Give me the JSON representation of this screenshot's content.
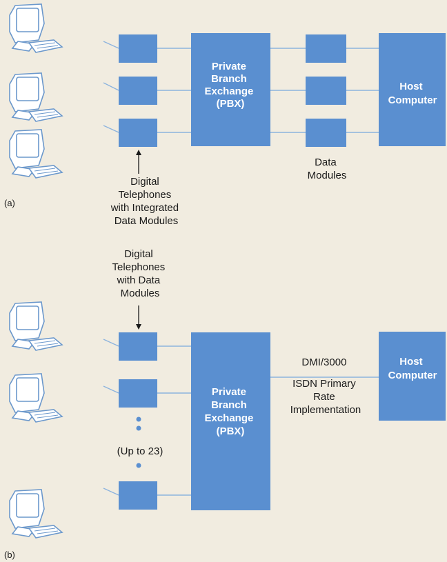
{
  "colors": {
    "background": "#f1ece0",
    "block": "#5a8fd0",
    "line": "#8cb3de",
    "terminal_stroke": "#6b98cc",
    "terminal_fill": "#ffffff",
    "text": "#1a1a1a",
    "block_text": "#ffffff"
  },
  "icons": {
    "terminal": "desktop-computer-terminal-icon",
    "ellipsis": "dot-icon",
    "arrow": "arrow-down-icon"
  },
  "panel_a": {
    "label": "(a)",
    "pbx": [
      "Private",
      "Branch",
      "Exchange",
      "(PBX)"
    ],
    "host": [
      "Host",
      "Computer"
    ],
    "telephones_caption": [
      "Digital",
      "Telephones",
      "with Integrated",
      "Data Modules"
    ],
    "modules_caption": [
      "Data",
      "Modules"
    ]
  },
  "panel_b": {
    "label": "(b)",
    "telephones_caption": [
      "Digital",
      "Telephones",
      "with Data",
      "Modules"
    ],
    "pbx": [
      "Private",
      "Branch",
      "Exchange",
      "(PBX)"
    ],
    "host": [
      "Host",
      "Computer"
    ],
    "link": [
      "DMI/3000",
      "ISDN Primary",
      "Rate",
      "Implementation"
    ],
    "count": "(Up to 23)"
  }
}
